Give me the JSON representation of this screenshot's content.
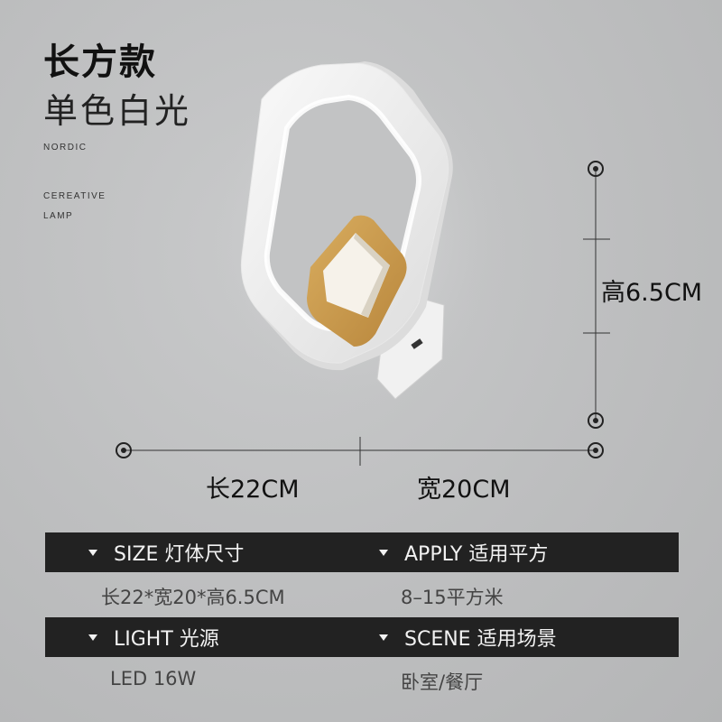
{
  "header": {
    "title": "长方款",
    "subtitle": "单色白光",
    "tags": [
      "NORDIC",
      "CEREATIVE",
      "LAMP"
    ]
  },
  "dimensions": {
    "height_label": "高6.5CM",
    "length_label": "长22CM",
    "width_label": "宽20CM"
  },
  "specs": [
    {
      "label": "SIZE 灯体尺寸",
      "value": "长22*宽20*高6.5CM"
    },
    {
      "label": "APPLY 适用平方",
      "value": "8–15平方米"
    },
    {
      "label": "LIGHT 光源",
      "value": "LED 16W"
    },
    {
      "label": "SCENE 适用场景",
      "value": "卧室/餐厅"
    }
  ],
  "colors": {
    "bar": "#222222",
    "wood": "#c89a4e",
    "frame": "#f4f4f4"
  },
  "icons": {
    "bullet": "triangle-down-icon"
  }
}
